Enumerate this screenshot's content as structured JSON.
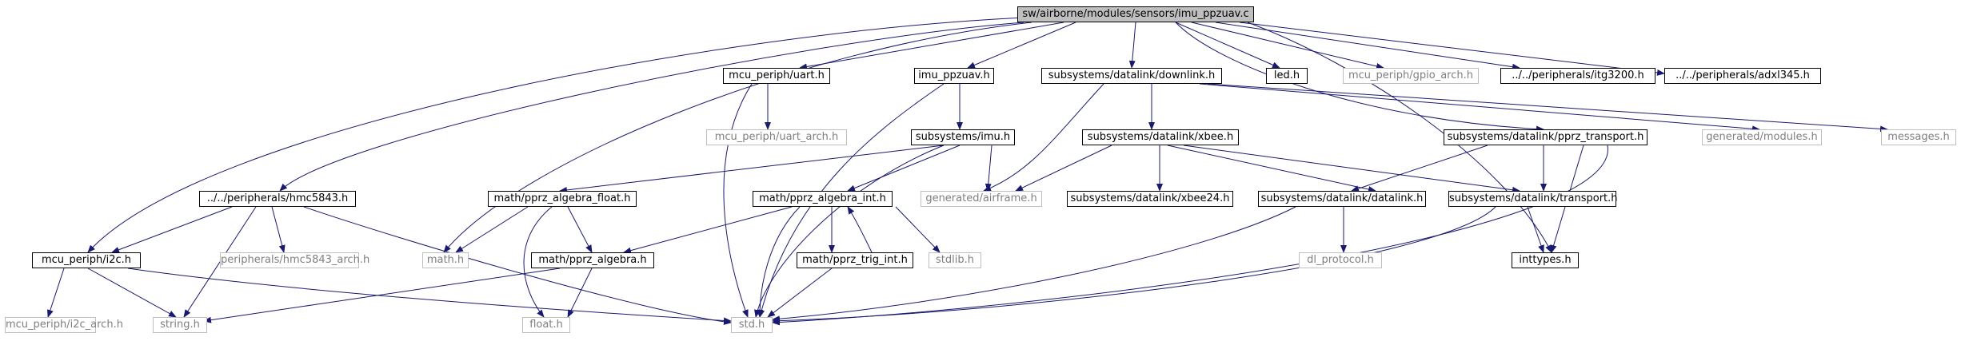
{
  "diagram": {
    "root": "sw/airborne/modules/sensors/imu_ppzuav.c",
    "colors": {
      "edge": "#191970",
      "root_fill": "#bfbfbf",
      "local_border": "#000000",
      "system_border": "#bfbfbf",
      "system_text": "#7f7f7f"
    },
    "nodes": {
      "root": "sw/airborne/modules/sensors/imu_ppzuav.c",
      "uart": "mcu_periph/uart.h",
      "imu_ppzuav": "imu_ppzuav.h",
      "downlink": "subsystems/datalink/downlink.h",
      "led": "led.h",
      "gpio_arch": "mcu_periph/gpio_arch.h",
      "itg3200": "../../peripherals/itg3200.h",
      "adxl345": "../../peripherals/adxl345.h",
      "uart_arch": "mcu_periph/uart_arch.h",
      "imu": "subsystems/imu.h",
      "xbee": "subsystems/datalink/xbee.h",
      "pprz_transport": "subsystems/datalink/pprz_transport.h",
      "modules": "generated/modules.h",
      "messages": "messages.h",
      "hmc5843": "../../peripherals/hmc5843.h",
      "algebra_float": "math/pprz_algebra_float.h",
      "algebra_int": "math/pprz_algebra_int.h",
      "airframe": "generated/airframe.h",
      "xbee24": "subsystems/datalink/xbee24.h",
      "datalink": "subsystems/datalink/datalink.h",
      "transport": "subsystems/datalink/transport.h",
      "i2c": "mcu_periph/i2c.h",
      "hmc5843_arch": "peripherals/hmc5843_arch.h",
      "math": "math.h",
      "algebra": "math/pprz_algebra.h",
      "trig_int": "math/pprz_trig_int.h",
      "stdlib": "stdlib.h",
      "dl_protocol": "dl_protocol.h",
      "inttypes": "inttypes.h",
      "i2c_arch": "mcu_periph/i2c_arch.h",
      "string": "string.h",
      "float": "float.h",
      "std": "std.h"
    }
  }
}
